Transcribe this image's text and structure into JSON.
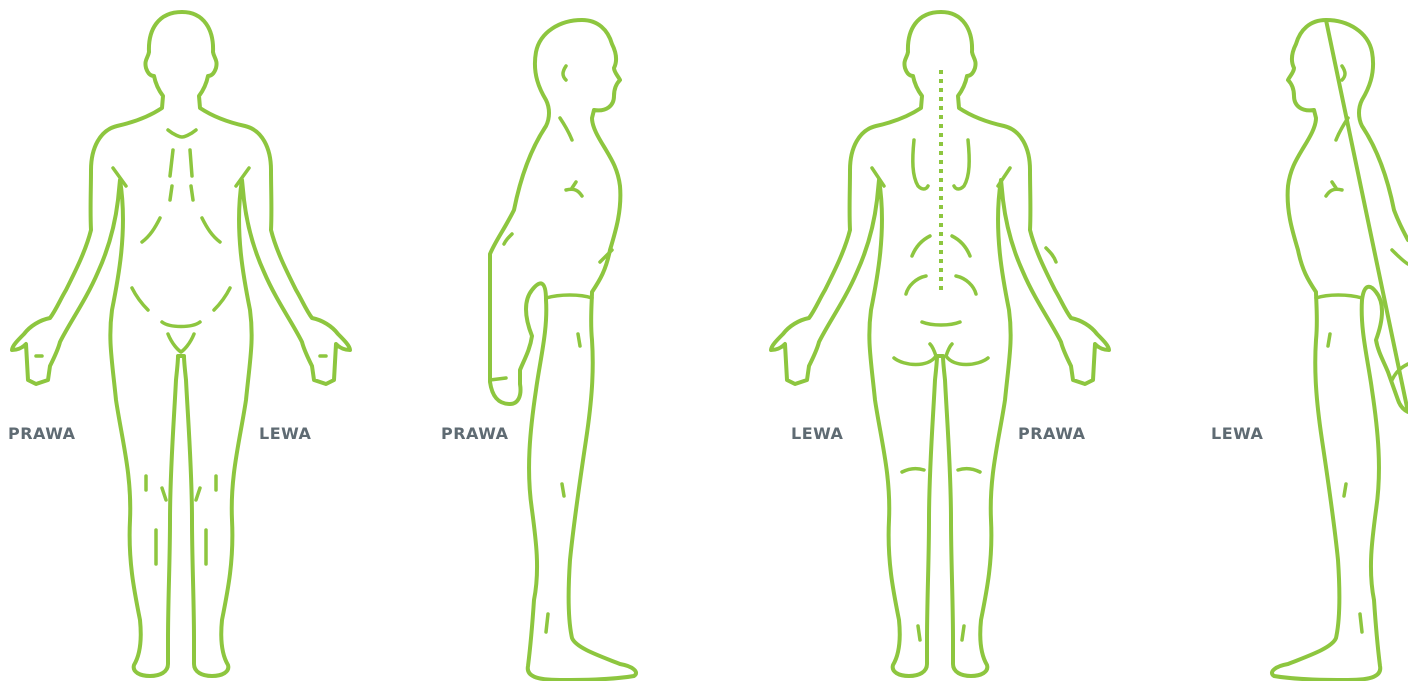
{
  "colors": {
    "outline": "#8dc63f",
    "label": "#5f6b73",
    "background": "#ffffff"
  },
  "figures": [
    {
      "view": "front",
      "labels": {
        "left": "PRAWA",
        "right": "LEWA"
      }
    },
    {
      "view": "side-right",
      "labels": {
        "left": "PRAWA"
      }
    },
    {
      "view": "back",
      "labels": {
        "left": "LEWA",
        "right": "PRAWA"
      }
    },
    {
      "view": "side-left",
      "labels": {
        "left": "LEWA"
      }
    }
  ]
}
